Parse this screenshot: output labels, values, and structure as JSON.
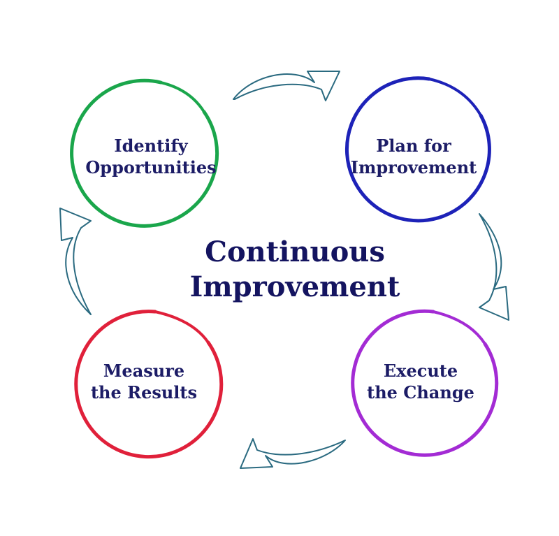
{
  "title": {
    "line1": "Continuous",
    "line2": "Improvement"
  },
  "nodes": [
    {
      "id": "identify",
      "line1": "Identify",
      "line2": "Opportunities",
      "color": "#1aa64b"
    },
    {
      "id": "plan",
      "line1": "Plan for",
      "line2": "Improvement",
      "color": "#1d22b8"
    },
    {
      "id": "execute",
      "line1": "Execute",
      "line2": "the Change",
      "color": "#a32bd4"
    },
    {
      "id": "measure",
      "line1": "Measure",
      "line2": "the Results",
      "color": "#e0203a"
    }
  ],
  "colors": {
    "text": "#1c1c66",
    "arrow_stroke": "#2a6a80",
    "background": "#ffffff"
  }
}
